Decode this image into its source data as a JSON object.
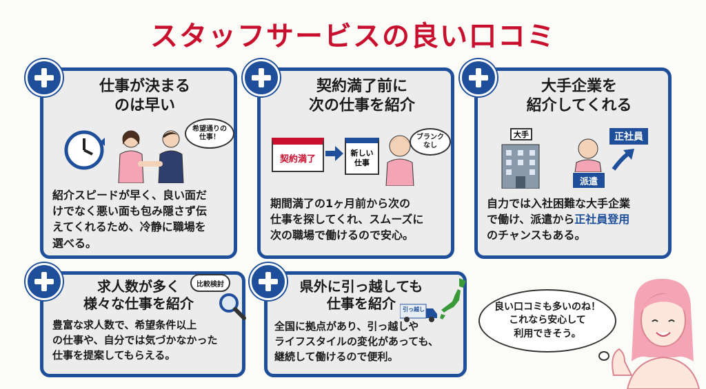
{
  "title": "スタッフサービスの良い口コミ",
  "cards": [
    {
      "title_line1": "仕事が決まる",
      "title_line2": "のは早い",
      "bubble_line1": "希望通りの",
      "bubble_line2": "仕事！",
      "body_line1": "紹介スピードが早く、良い面だ",
      "body_line2": "けでなく悪い面も包み隠さず伝",
      "body_line3": "えてくれるため、冷静に職場を",
      "body_line4": "選べる。"
    },
    {
      "title_line1": "契約満了前に",
      "title_line2": "次の仕事を紹介",
      "calendar1": "契約満了",
      "calendar2_line1": "新しい",
      "calendar2_line2": "仕事",
      "bubble_line1": "ブランク",
      "bubble_line2": "なし",
      "body_line1": "期間満了の1ヶ月前から次の",
      "body_line2": "仕事を探してくれ、スムーズに",
      "body_line3": "次の職場で働けるので安心。"
    },
    {
      "title_line1": "大手企業を",
      "title_line2": "紹介してくれる",
      "building_sign": "大手",
      "tag_haken": "派遣",
      "tag_seishain": "正社員",
      "body_line1": "自力では入社困難な大手企業",
      "body_line2a": "で働け、派遣から",
      "body_line2b": "正社員登用",
      "body_line3": "のチャンスもある。"
    },
    {
      "title_line1": "求人数が多く",
      "title_line2": "様々な仕事を紹介",
      "bubble": "比較検討",
      "body_line1": "豊富な求人数で、希望条件以上",
      "body_line2": "の仕事や、自分では気づかなかった",
      "body_line3": "仕事を提案してもらえる。"
    },
    {
      "title_line1": "県外に引っ越しても",
      "title_line2": "仕事を紹介",
      "truck_label": "引っ越し",
      "body_line1": "全国に拠点があり、引っ越しや",
      "body_line2": "ライフスタイルの変化があっても、",
      "body_line3": "継続して働けるので便利。"
    }
  ],
  "speech": {
    "line1": "良い口コミも多いのね！",
    "line2": "これなら安心して",
    "line3": "利用できそう。"
  },
  "colors": {
    "accent_blue": "#1f4f9a",
    "title_red": "#c8102e",
    "card_bg": "#ececec"
  }
}
